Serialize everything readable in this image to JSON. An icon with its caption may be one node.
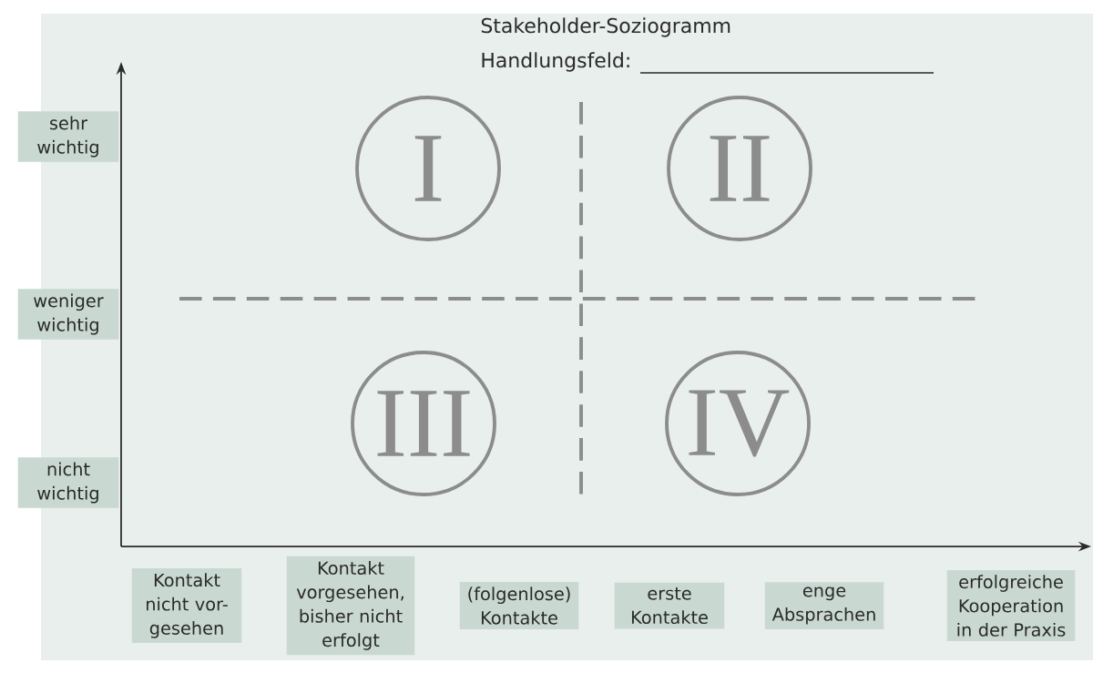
{
  "diagram": {
    "title": "Stakeholder-Soziogramm",
    "nodes": [
      {
        "text": [
          "sehr wichtig"
        ]
      },
      {
        "text": [
          "I"
        ]
      },
      {
        "text": [
          "II"
        ]
      },
      {
        "text": [
          "weniger wichtig"
        ]
      },
      {
        "text": [
          "III"
        ]
      },
      {
        "text": [
          "IV"
        ]
      },
      {
        "text": [
          "nicht wichtig"
        ]
      },
      {
        "text": [
          "Kontakt nicht vor- gesehen"
        ]
      },
      {
        "text": [
          "Kontakt vorgesehen, bisher nicht erfolgt"
        ]
      },
      {
        "text": [
          "(folgenlose) Kontakte"
        ]
      },
      {
        "text": [
          "erste Kontakte"
        ]
      },
      {
        "text": [
          "enge Absprachen"
        ]
      },
      {
        "text": [
          "erfolgreiche Kooperation in der Praxis"
        ]
      }
    ],
    "labels": [
      "Handlungsfeld:"
    ]
  }
}
